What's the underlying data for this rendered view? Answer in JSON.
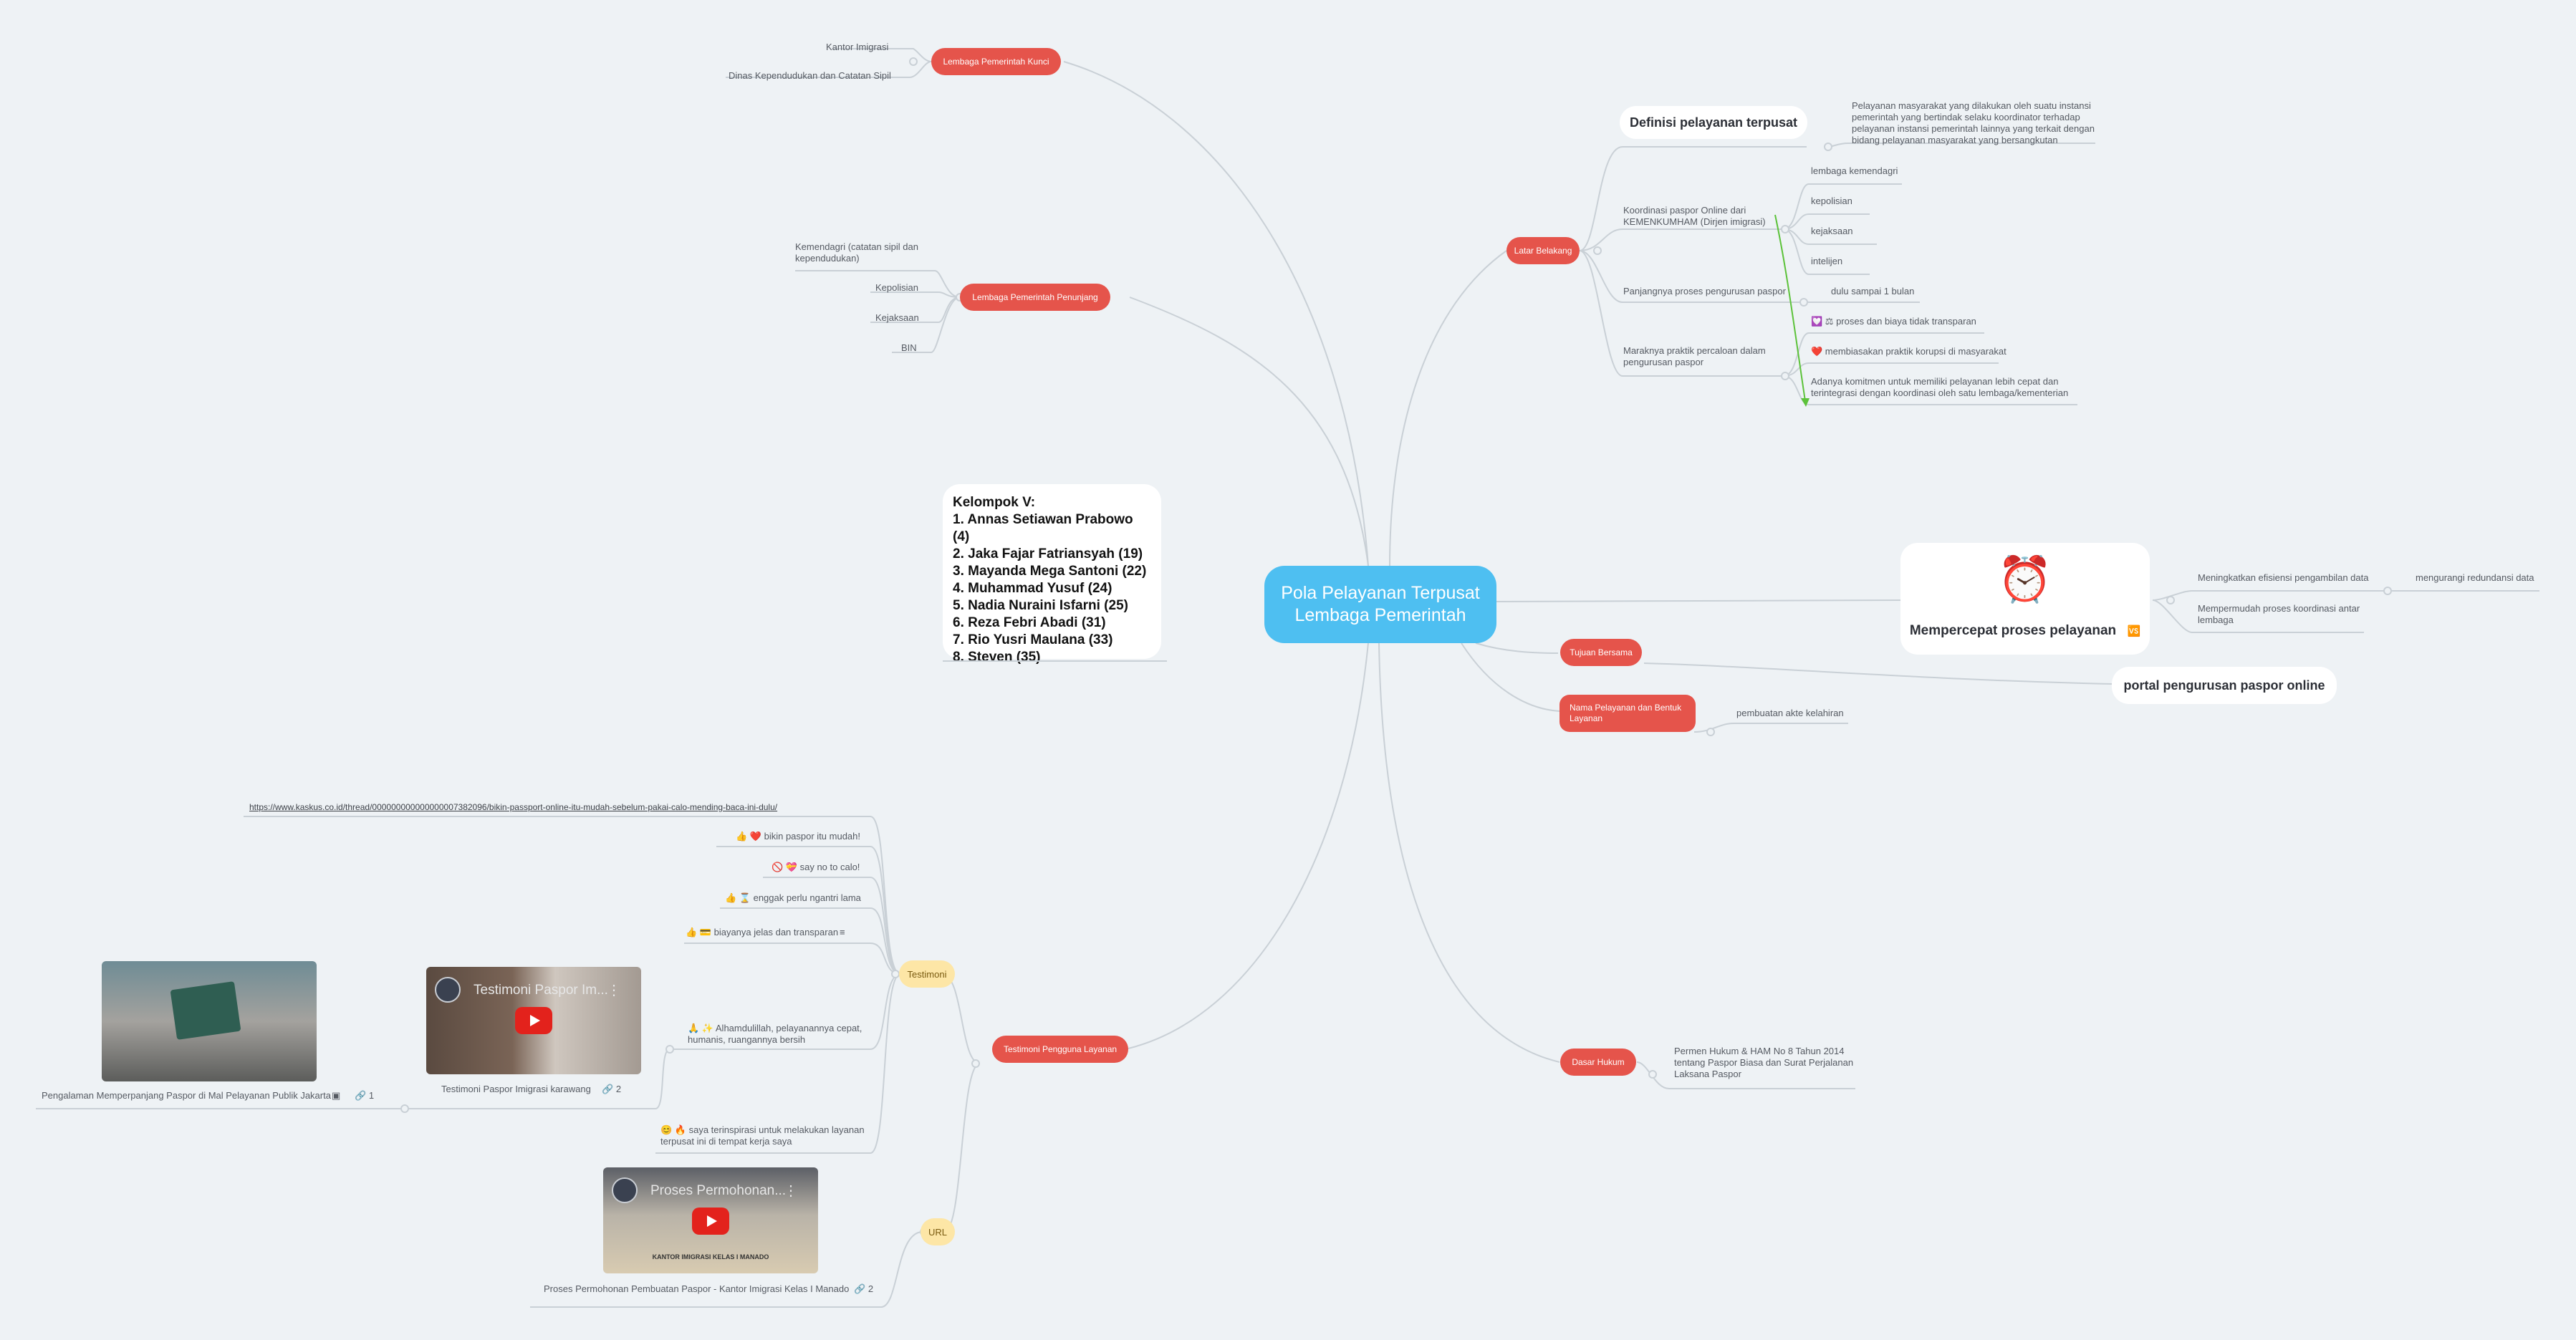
{
  "root": {
    "line1": "Pola Pelayanan Terpusat",
    "line2": "Lembaga Pemerintah"
  },
  "group": {
    "title": "Kelompok V:",
    "members": [
      "1. Annas Setiawan Prabowo (4)",
      "2. Jaka Fajar Fatriansyah  (19)",
      "3. Mayanda Mega Santoni (22)",
      "4. Muhammad Yusuf (24)",
      "5. Nadia Nuraini Isfarni (25)",
      "6. Reza Febri Abadi (31)",
      "7. Rio Yusri Maulana (33)",
      "8. Steven (35)"
    ]
  },
  "kunci": {
    "label": "Lembaga Pemerintah Kunci",
    "items": [
      "Kantor Imigrasi",
      "Dinas Kependudukan dan Catatan Sipil"
    ]
  },
  "penunjang": {
    "label": "Lembaga Pemerintah Penunjang",
    "items": [
      "Kemendagri (catatan sipil dan kependudukan)",
      "Kepolisian",
      "Kejaksaan",
      "BIN"
    ]
  },
  "latar": {
    "label": "Latar Belakang",
    "definisi_title": "Definisi pelayanan terpusat",
    "definisi_text": "Pelayanan masyarakat yang dilakukan oleh suatu instansi pemerintah yang bertindak selaku koordinator terhadap pelayanan instansi pemerintah lainnya yang terkait dengan bidang pelayanan masyarakat yang bersangkutan",
    "koordinasi": "Koordinasi paspor Online dari KEMENKUMHAM (Dirjen imigrasi)",
    "koordinasi_items": [
      "lembaga kemendagri",
      "kepolisian",
      "kejaksaan",
      "intelijen"
    ],
    "panjang": "Panjangnya proses pengurusan paspor",
    "panjang_item": "dulu sampai 1 bulan",
    "maraknya": "Maraknya praktik percaloan dalam pengurusan paspor",
    "maraknya_items": [
      "💟 ⚖ proses dan biaya tidak transparan",
      "❤️ membiasakan praktik korupsi di masyarakat",
      "Adanya komitmen untuk memiliki pelayanan lebih cepat dan terintegrasi dengan koordinasi oleh satu lembaga/kementerian"
    ]
  },
  "mempercepat": {
    "icon": "⏰",
    "label": "Mempercepat proses pelayanan",
    "badge": "🆚",
    "items": [
      "Meningkatkan efisiensi pengambilan data",
      "Mempermudah proses koordinasi antar lembaga"
    ],
    "sub": "mengurangi redundansi data"
  },
  "tujuan": {
    "label": "Tujuan Bersama",
    "item": "portal pengurusan paspor online"
  },
  "nama": {
    "label": "Nama Pelayanan dan Bentuk Layanan",
    "item": "pembuatan akte kelahiran"
  },
  "dasar": {
    "label": "Dasar Hukum",
    "item": "Permen Hukum & HAM No 8 Tahun 2014 tentang Paspor Biasa dan Surat Perjalanan Laksana Paspor"
  },
  "testimoni_pengguna": {
    "label": "Testimoni Pengguna Layanan"
  },
  "testimoni": {
    "label": "Testimoni",
    "url": "https://www.kaskus.co.id/thread/000000000000000007382096/bikin-passport-online-itu-mudah-sebelum-pakai-calo-mending-baca-ini-dulu/",
    "items": [
      "👍 ❤️ bikin paspor itu mudah!",
      "🚫 💝 say no to calo!",
      "👍 ⌛ enggak perlu ngantri lama",
      "👍 💳 biayanya jelas dan transparan",
      "🙏 ✨ Alhamdulillah, pelayanannya cepat, humanis, ruangannya bersih",
      "😊 🔥 saya terinspirasi untuk melakukan layanan terpusat ini di tempat kerja saya"
    ],
    "video1_title": "Testimoni Paspor Im...",
    "video1_caption": "Testimoni Paspor Imigrasi karawang",
    "video1_links": "2",
    "photo_caption": "Pengalaman Memperpanjang Paspor di Mal Pelayanan Publik Jakarta",
    "photo_links": "1"
  },
  "url": {
    "label": "URL",
    "video_title": "Proses Permohonan...",
    "video_banner": "KANTOR IMIGRASI KELAS I MANADO",
    "caption": "Proses Permohonan Pembuatan Paspor - Kantor Imigrasi Kelas I Manado",
    "links": "2"
  },
  "colors": {
    "root": "#4ebff1",
    "branch": "#e5544b",
    "sub": "#fde6a6",
    "line": "#c9d0d6",
    "background": "#eef2f5",
    "arrow": "#5cc23a"
  }
}
